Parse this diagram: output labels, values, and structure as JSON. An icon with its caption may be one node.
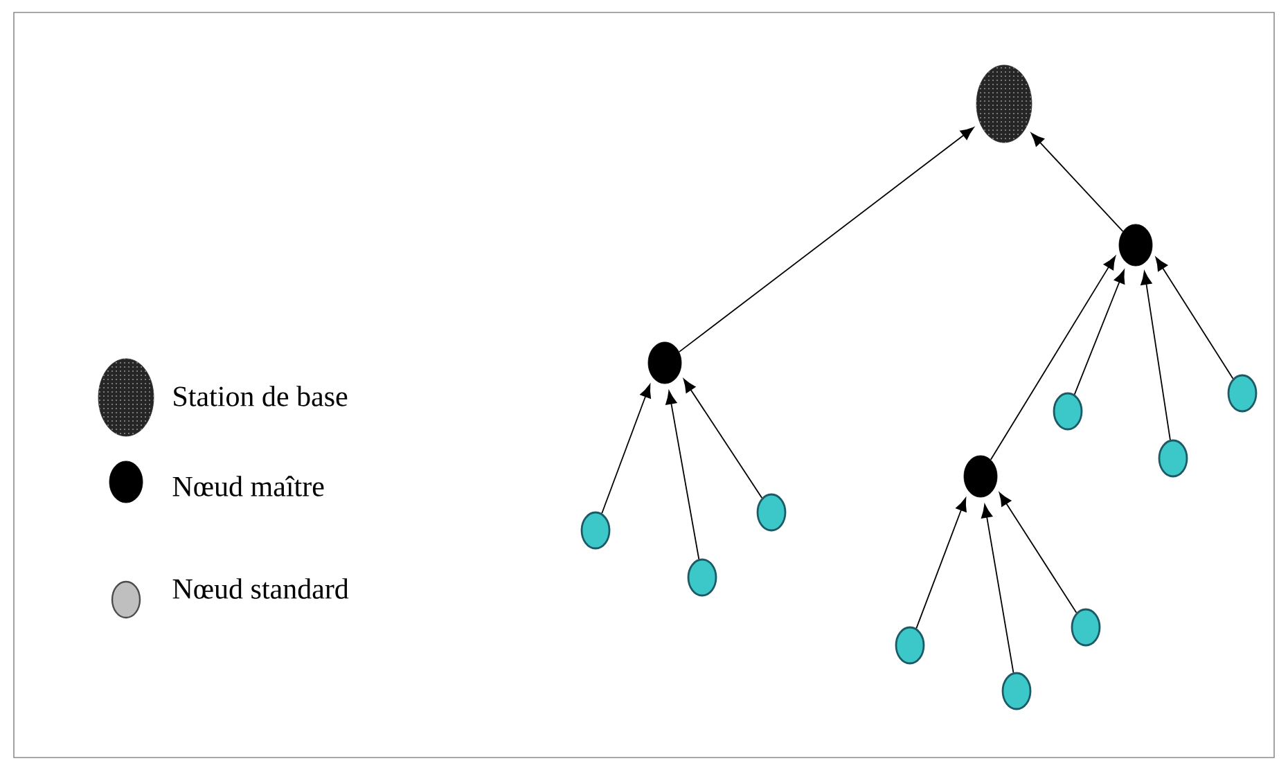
{
  "diagram": {
    "nodes": [
      {
        "text": [],
        "shape": "circle"
      },
      {
        "text": [],
        "shape": "circle"
      },
      {
        "text": [],
        "shape": "circle"
      },
      {
        "text": [],
        "shape": "circle"
      },
      {
        "text": [],
        "shape": "circle"
      },
      {
        "text": [],
        "shape": "circle"
      },
      {
        "text": [],
        "shape": "circle"
      },
      {
        "text": [],
        "shape": "circle"
      },
      {
        "text": [],
        "shape": "circle"
      },
      {
        "text": [],
        "shape": "circle"
      },
      {
        "text": [],
        "shape": "circle"
      },
      {
        "text": [],
        "shape": "circle"
      },
      {
        "text": [],
        "shape": "circle"
      }
    ],
    "edges": [
      {
        "from": 2,
        "to": 0,
        "arrow": "to"
      },
      {
        "from": 1,
        "to": 0,
        "arrow": "to"
      },
      {
        "from": 7,
        "to": 2,
        "arrow": "to"
      },
      {
        "from": 9,
        "to": 2,
        "arrow": "to"
      },
      {
        "from": 8,
        "to": 2,
        "arrow": "to"
      },
      {
        "from": 6,
        "to": 1,
        "arrow": "to"
      },
      {
        "from": 3,
        "to": 1,
        "arrow": "to"
      },
      {
        "from": 5,
        "to": 1,
        "arrow": "to"
      },
      {
        "from": 4,
        "to": 1,
        "arrow": "to"
      },
      {
        "from": 11,
        "to": 6,
        "arrow": "to"
      },
      {
        "from": 12,
        "to": 6,
        "arrow": "to"
      },
      {
        "from": 10,
        "to": 6,
        "arrow": "to"
      }
    ],
    "legend": [
      {
        "text": "Station de base"
      },
      {
        "text": "Nœud maître"
      },
      {
        "text": "Nœud standard"
      }
    ]
  }
}
